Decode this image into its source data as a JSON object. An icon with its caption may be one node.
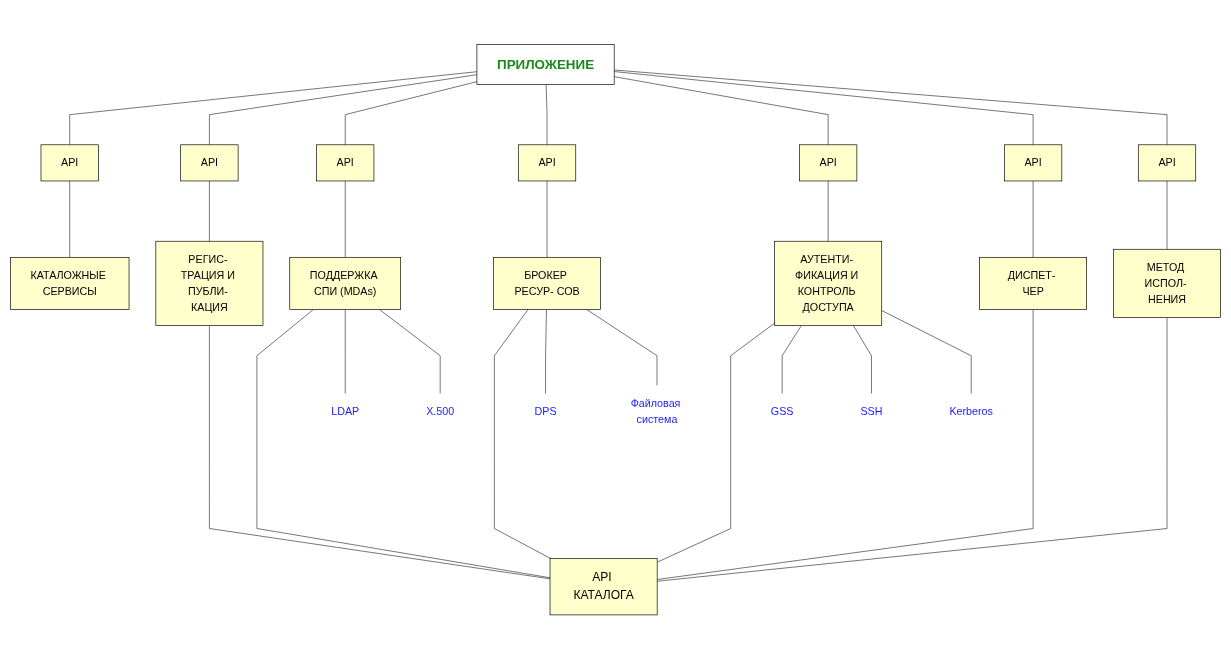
{
  "diagram": {
    "nodes": [
      {
        "text": [
          "ПРИЛОЖЕНИЕ"
        ]
      },
      {
        "text": [
          "API"
        ]
      },
      {
        "text": [
          "API"
        ]
      },
      {
        "text": [
          "API"
        ]
      },
      {
        "text": [
          "API"
        ]
      },
      {
        "text": [
          "API"
        ]
      },
      {
        "text": [
          "API"
        ]
      },
      {
        "text": [
          "API"
        ]
      },
      {
        "text": [
          "РЕГИС- ТРАЦИЯ И ПУБЛИ- КАЦИЯ"
        ]
      },
      {
        "text": [
          "ПОДДЕРЖКА СПИ (MDAs)"
        ]
      },
      {
        "text": [
          "БРОКЕР РЕСУР- СОВ"
        ]
      },
      {
        "text": [
          "АУТЕНТИ- ФИКАЦИЯ И КОНТРОЛЬ ДОСТУПА"
        ]
      },
      {
        "text": [
          "ДИСПЕТ- ЧЕР"
        ]
      },
      {
        "text": [
          "МЕТОД ИСПОЛ- НЕНИЯ"
        ]
      },
      {
        "text": [
          "КАТАЛОЖНЫЕ СЕРВИСЫ"
        ]
      },
      {
        "text": [
          "API КАТАЛОГА"
        ]
      },
      {
        "text": [
          "LDAP"
        ]
      },
      {
        "text": [
          "X.500"
        ]
      },
      {
        "text": [
          "DPS"
        ]
      },
      {
        "text": [
          "Файловая система"
        ]
      },
      {
        "text": [
          "GSS"
        ]
      },
      {
        "text": [
          "SSH"
        ]
      },
      {
        "text": [
          "Kerberos"
        ]
      }
    ],
    "edges": [
      {
        "from": 0,
        "to": 1,
        "arrow": "none"
      },
      {
        "from": 0,
        "to": 2,
        "arrow": "none"
      },
      {
        "from": 0,
        "to": 3,
        "arrow": "none"
      },
      {
        "from": 0,
        "to": 4,
        "arrow": "none"
      },
      {
        "from": 0,
        "to": 5,
        "arrow": "none"
      },
      {
        "from": 0,
        "to": 6,
        "arrow": "none"
      },
      {
        "from": 0,
        "to": 7,
        "arrow": "none"
      },
      {
        "from": 1,
        "to": 14,
        "arrow": "none"
      },
      {
        "from": 2,
        "to": 8,
        "arrow": "none"
      },
      {
        "from": 3,
        "to": 9,
        "arrow": "none"
      },
      {
        "from": 4,
        "to": 10,
        "arrow": "none"
      },
      {
        "from": 5,
        "to": 11,
        "arrow": "none"
      },
      {
        "from": 6,
        "to": 12,
        "arrow": "none"
      },
      {
        "from": 7,
        "to": 13,
        "arrow": "none"
      },
      {
        "from": 8,
        "to": 15,
        "arrow": "none"
      },
      {
        "from": 9,
        "to": 15,
        "arrow": "none"
      },
      {
        "from": 10,
        "to": 15,
        "arrow": "none"
      },
      {
        "from": 11,
        "to": 15,
        "arrow": "none"
      },
      {
        "from": 12,
        "to": 15,
        "arrow": "none"
      },
      {
        "from": 13,
        "to": 15,
        "arrow": "none"
      },
      {
        "from": 9,
        "to": 16,
        "arrow": "none"
      },
      {
        "from": 9,
        "to": 17,
        "arrow": "none"
      },
      {
        "from": 10,
        "to": 18,
        "arrow": "none"
      },
      {
        "from": 10,
        "to": 19,
        "arrow": "none"
      },
      {
        "from": 11,
        "to": 20,
        "arrow": "none"
      },
      {
        "from": 11,
        "to": 21,
        "arrow": "none"
      },
      {
        "from": 11,
        "to": 22,
        "arrow": "none"
      }
    ]
  }
}
